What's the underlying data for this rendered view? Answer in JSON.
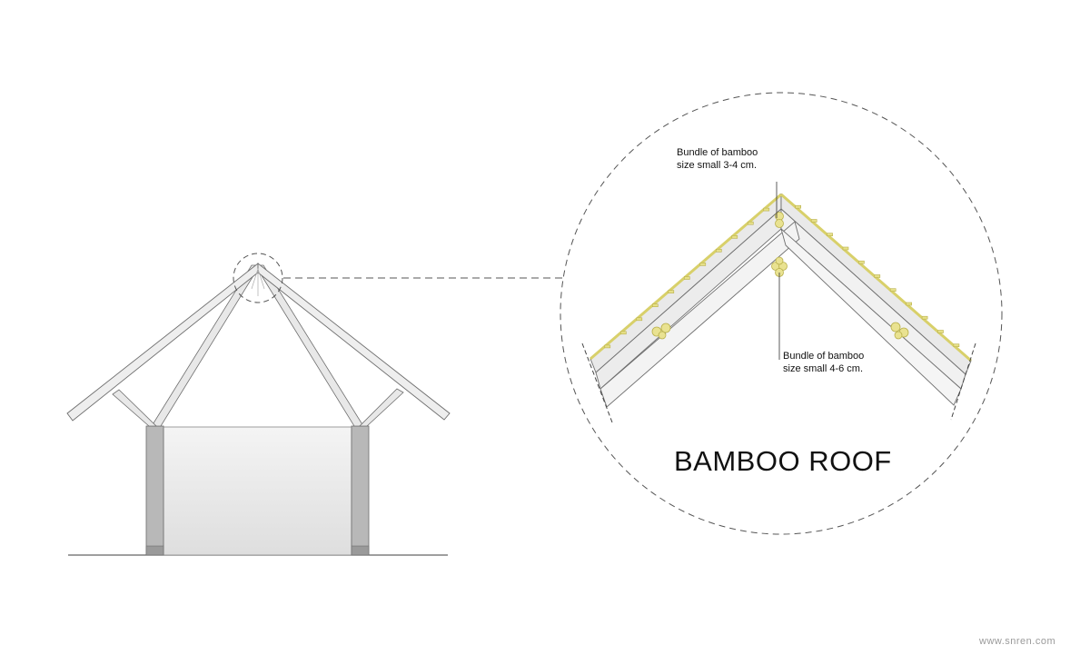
{
  "title": "BAMBOO ROOF",
  "callouts": {
    "top": {
      "line1": "Bundle of bamboo",
      "line2": "size small 3-4 cm."
    },
    "bottom": {
      "line1": "Bundle of bamboo",
      "line2": "size small  4-6 cm."
    }
  },
  "watermark": "www.snren.com",
  "colors": {
    "line": "#6e6e6e",
    "rafter_fill": "#e6e6e6",
    "wall_fill": "#b4b4b4",
    "bamboo": "#e6e089",
    "bamboo_stroke": "#b9b04a"
  }
}
